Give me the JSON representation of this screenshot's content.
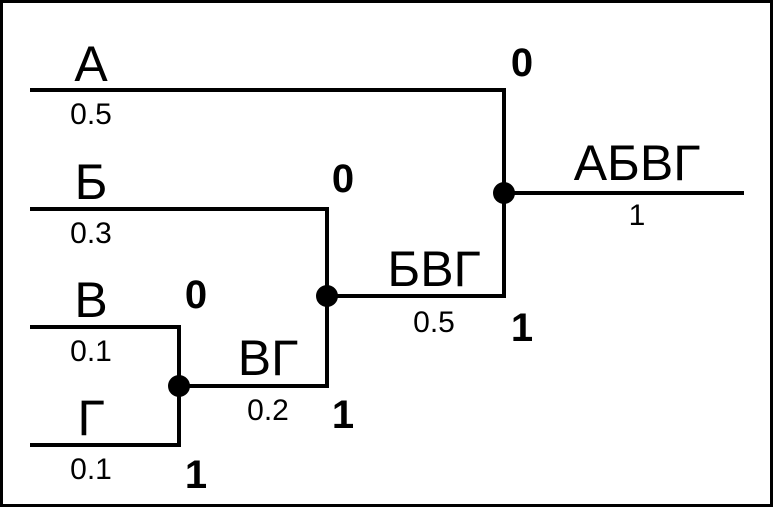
{
  "leaves": [
    {
      "symbol": "А",
      "prob": "0.5"
    },
    {
      "symbol": "Б",
      "prob": "0.3"
    },
    {
      "symbol": "В",
      "prob": "0.1"
    },
    {
      "symbol": "Г",
      "prob": "0.1"
    }
  ],
  "merges": [
    {
      "symbol": "ВГ",
      "prob": "0.2",
      "bit_top": "0",
      "bit_bottom": "1"
    },
    {
      "symbol": "БВГ",
      "prob": "0.5",
      "bit_top": "0",
      "bit_bottom": "1"
    },
    {
      "symbol": "АБВГ",
      "prob": "1",
      "bit_top": "0",
      "bit_bottom": "1"
    }
  ]
}
